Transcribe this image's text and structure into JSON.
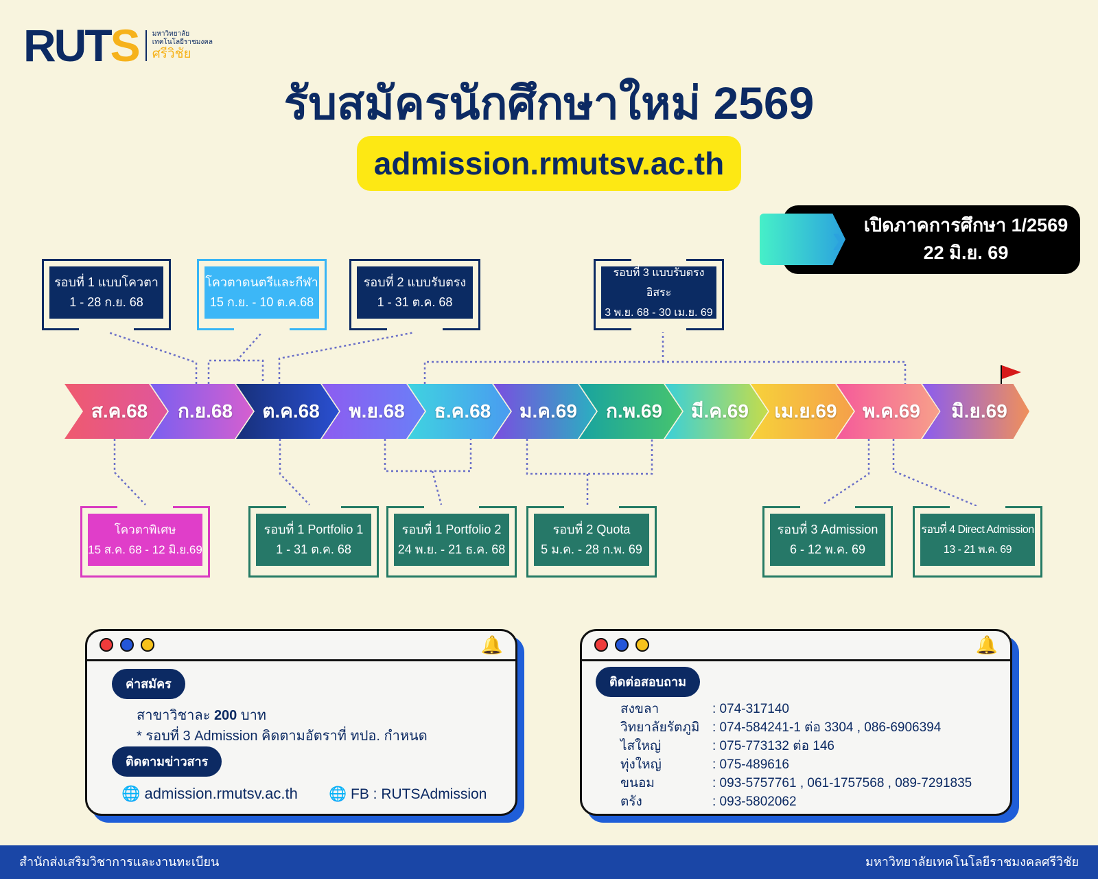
{
  "logo": {
    "mark_left": "RUT",
    "mark_right": "S",
    "line1": "มหาวิทยาลัย",
    "line2": "เทคโนโลยีราชมงคล",
    "line3": "ศรีวิชัย"
  },
  "header": {
    "title": "รับสมัครนักศึกษาใหม่ 2569",
    "url": "admission.rmutsv.ac.th"
  },
  "term_start": {
    "line1": "เปิดภาคการศึกษา 1/2569",
    "line2": "22 มิ.ย. 69"
  },
  "timeline": [
    "ส.ค.68",
    "ก.ย.68",
    "ต.ค.68",
    "พ.ย.68",
    "ธ.ค.68",
    "ม.ค.69",
    "ก.พ.69",
    "มี.ค.69",
    "เม.ย.69",
    "พ.ค.69",
    "มิ.ย.69"
  ],
  "rounds_top": [
    {
      "name": "รอบที่ 1 แบบโควตา",
      "date": "1 - 28 ก.ย. 68"
    },
    {
      "name": "โควตาดนตรีและกีฬา",
      "date": "15 ก.ย. - 10 ต.ค.68"
    },
    {
      "name": "รอบที่ 2 แบบรับตรง",
      "date": "1 - 31 ต.ค. 68"
    },
    {
      "name": "รอบที่ 3 แบบรับตรงอิสระ",
      "date": "3 พ.ย. 68 - 30 เม.ย. 69"
    }
  ],
  "rounds_bottom": [
    {
      "name": "โควตาพิเศษ",
      "date": "15 ส.ค. 68 - 12 มิ.ย.69"
    },
    {
      "name": "รอบที่ 1 Portfolio 1",
      "date": "1 - 31 ต.ค. 68"
    },
    {
      "name": "รอบที่ 1 Portfolio 2",
      "date": "24 พ.ย. - 21 ธ.ค. 68"
    },
    {
      "name": "รอบที่ 2 Quota",
      "date": "5 ม.ค. - 28 ก.พ. 69"
    },
    {
      "name": "รอบที่ 3 Admission",
      "date": "6 - 12 พ.ค. 69"
    },
    {
      "name": "รอบที่ 4 Direct Admission",
      "date": "13 - 21 พ.ค. 69"
    }
  ],
  "fee_panel": {
    "fee_label": "ค่าสมัคร",
    "fee_prefix": "สาขาวิชาละ",
    "fee_amount": "200",
    "fee_suffix": "บาท",
    "fee_note": "* รอบที่ 3 Admission คิดตามอัตราที่ ทปอ. กำหนด",
    "news_label": "ติดตามข่าวสาร",
    "website": "admission.rmutsv.ac.th",
    "facebook": "FB : RUTSAdmission"
  },
  "contact_panel": {
    "label": "ติดต่อสอบถาม",
    "contacts": [
      {
        "campus": "สงขลา",
        "phone": ": 074-317140"
      },
      {
        "campus": "วิทยาลัยรัตภูมิ",
        "phone": ": 074-584241-1 ต่อ 3304 , 086-6906394"
      },
      {
        "campus": "ไสใหญ่",
        "phone": ": 075-773132 ต่อ 146"
      },
      {
        "campus": "ทุ่งใหญ่",
        "phone": ": 075-489616"
      },
      {
        "campus": "ขนอม",
        "phone": ": 093-5757761 , 061-1757568 , 089-7291835"
      },
      {
        "campus": "ตรัง",
        "phone": ": 093-5802062"
      }
    ]
  },
  "footer": {
    "left": "สำนักส่งเสริมวิชาการและงานทะเบียน",
    "right": "มหาวิทยาลัยเทคโนโลยีราชมงคลศรีวิชัย"
  }
}
